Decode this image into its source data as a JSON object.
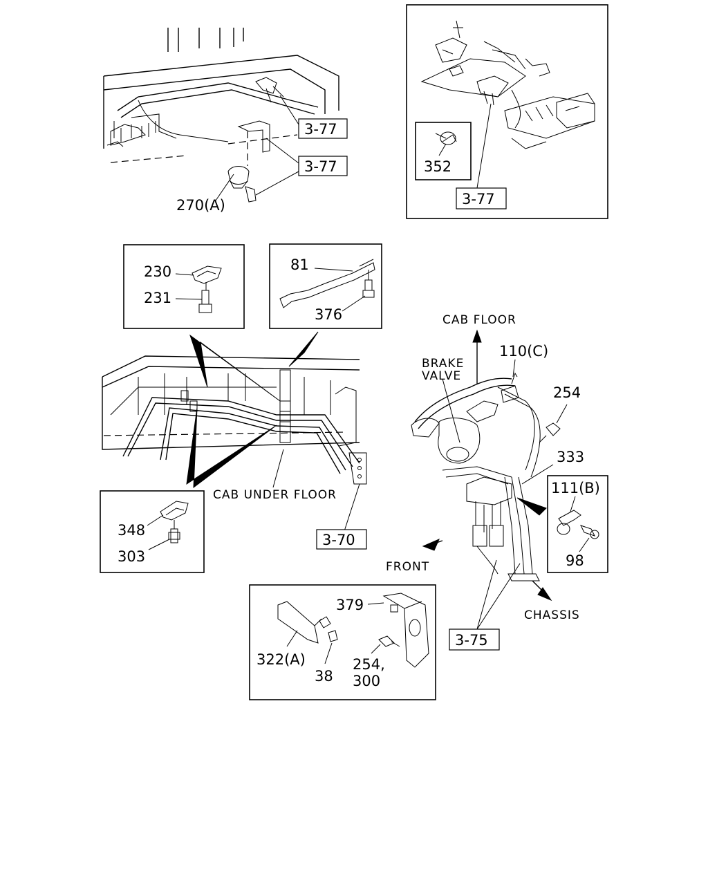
{
  "references": {
    "r1": "3-77",
    "r2": "3-77",
    "r3": "3-77",
    "r4": "3-70",
    "r5": "3-75"
  },
  "parts": {
    "p270": "270(A)",
    "p352": "352",
    "p230": "230",
    "p231": "231",
    "p81": "81",
    "p376": "376",
    "p348": "348",
    "p303": "303",
    "p110": "110(C)",
    "p254": "254",
    "p333": "333",
    "p111": "111(B)",
    "p98": "98",
    "p379": "379",
    "p322": "322(A)",
    "p38": "38",
    "p254b_line1": "254,",
    "p254b_line2": "300"
  },
  "annotations": {
    "cab_floor": "CAB FLOOR",
    "brake_valve_line1": "BRAKE",
    "brake_valve_line2": "VALVE",
    "cab_under_floor": "CAB UNDER FLOOR",
    "front": "FRONT",
    "chassis": "CHASSIS"
  }
}
